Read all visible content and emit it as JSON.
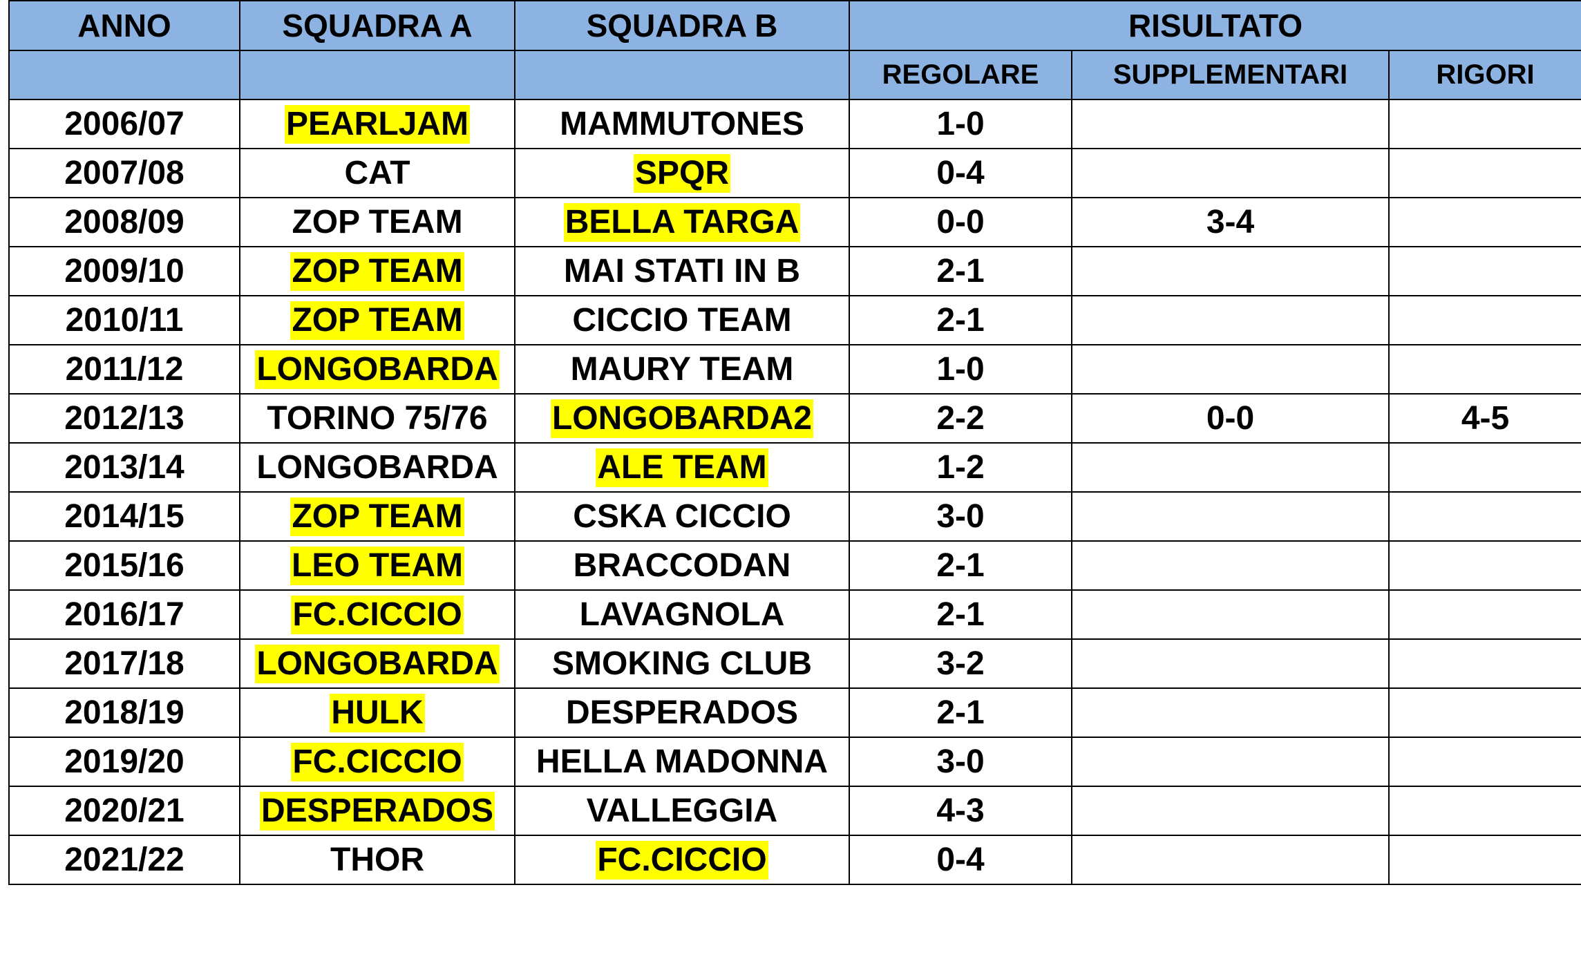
{
  "colors": {
    "header_background": "#8db3e2",
    "winner_highlight": "#ffff00",
    "border": "#000000",
    "text": "#000000"
  },
  "header": {
    "anno": "ANNO",
    "squadra_a": "SQUADRA A",
    "squadra_b": "SQUADRA B",
    "risultato": "RISULTATO",
    "regolare": "REGOLARE",
    "supplementari": "SUPPLEMENTARI",
    "rigori": "RIGORI"
  },
  "rows": [
    {
      "anno": "2006/07",
      "squadra_a": "PEARLJAM",
      "squadra_b": "MAMMUTONES",
      "regolare": "1-0",
      "supplementari": "",
      "rigori": "",
      "winner": "a"
    },
    {
      "anno": "2007/08",
      "squadra_a": "CAT",
      "squadra_b": "SPQR",
      "regolare": "0-4",
      "supplementari": "",
      "rigori": "",
      "winner": "b"
    },
    {
      "anno": "2008/09",
      "squadra_a": "ZOP TEAM",
      "squadra_b": "BELLA TARGA",
      "regolare": "0-0",
      "supplementari": "3-4",
      "rigori": "",
      "winner": "b"
    },
    {
      "anno": "2009/10",
      "squadra_a": "ZOP TEAM",
      "squadra_b": "MAI STATI IN B",
      "regolare": "2-1",
      "supplementari": "",
      "rigori": "",
      "winner": "a"
    },
    {
      "anno": "2010/11",
      "squadra_a": "ZOP TEAM",
      "squadra_b": "CICCIO TEAM",
      "regolare": "2-1",
      "supplementari": "",
      "rigori": "",
      "winner": "a"
    },
    {
      "anno": "2011/12",
      "squadra_a": "LONGOBARDA",
      "squadra_b": "MAURY TEAM",
      "regolare": "1-0",
      "supplementari": "",
      "rigori": "",
      "winner": "a"
    },
    {
      "anno": "2012/13",
      "squadra_a": "TORINO 75/76",
      "squadra_b": "LONGOBARDA2",
      "regolare": "2-2",
      "supplementari": "0-0",
      "rigori": "4-5",
      "winner": "b"
    },
    {
      "anno": "2013/14",
      "squadra_a": "LONGOBARDA",
      "squadra_b": "ALE TEAM",
      "regolare": "1-2",
      "supplementari": "",
      "rigori": "",
      "winner": "b"
    },
    {
      "anno": "2014/15",
      "squadra_a": "ZOP TEAM",
      "squadra_b": "CSKA CICCIO",
      "regolare": "3-0",
      "supplementari": "",
      "rigori": "",
      "winner": "a"
    },
    {
      "anno": "2015/16",
      "squadra_a": "LEO TEAM",
      "squadra_b": "BRACCODAN",
      "regolare": "2-1",
      "supplementari": "",
      "rigori": "",
      "winner": "a"
    },
    {
      "anno": "2016/17",
      "squadra_a": "FC.CICCIO",
      "squadra_b": "LAVAGNOLA",
      "regolare": "2-1",
      "supplementari": "",
      "rigori": "",
      "winner": "a"
    },
    {
      "anno": "2017/18",
      "squadra_a": "LONGOBARDA",
      "squadra_b": "SMOKING CLUB",
      "regolare": "3-2",
      "supplementari": "",
      "rigori": "",
      "winner": "a"
    },
    {
      "anno": "2018/19",
      "squadra_a": "HULK",
      "squadra_b": "DESPERADOS",
      "regolare": "2-1",
      "supplementari": "",
      "rigori": "",
      "winner": "a"
    },
    {
      "anno": "2019/20",
      "squadra_a": "FC.CICCIO",
      "squadra_b": "HELLA MADONNA",
      "regolare": "3-0",
      "supplementari": "",
      "rigori": "",
      "winner": "a"
    },
    {
      "anno": "2020/21",
      "squadra_a": "DESPERADOS",
      "squadra_b": "VALLEGGIA",
      "regolare": "4-3",
      "supplementari": "",
      "rigori": "",
      "winner": "a"
    },
    {
      "anno": "2021/22",
      "squadra_a": "THOR",
      "squadra_b": "FC.CICCIO",
      "regolare": "0-4",
      "supplementari": "",
      "rigori": "",
      "winner": "b"
    }
  ]
}
